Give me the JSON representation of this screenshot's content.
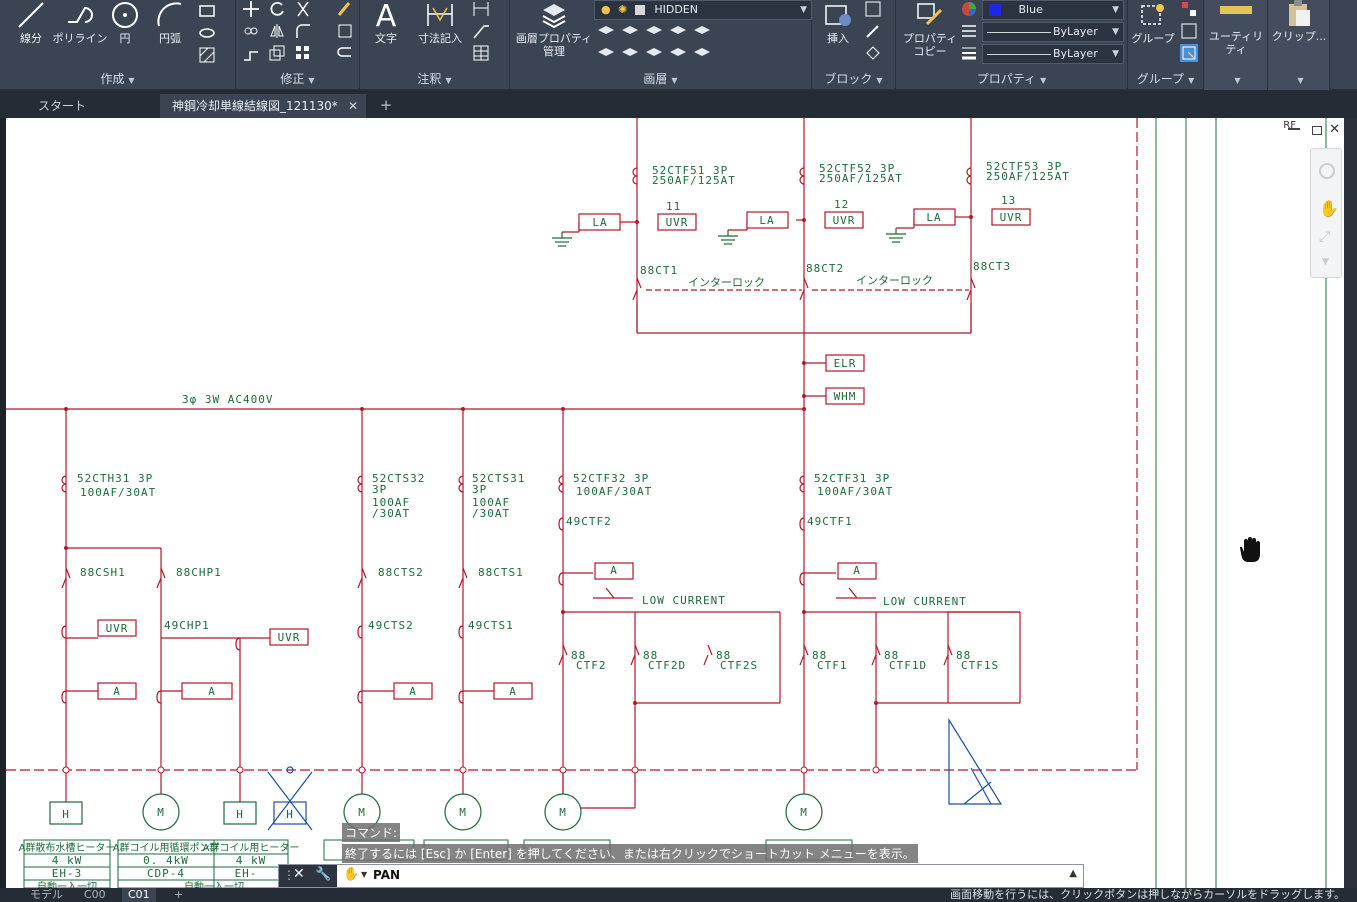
{
  "ribbon": {
    "draw": {
      "title": "作成",
      "line": "線分",
      "polyline": "ポリライン",
      "circle": "円",
      "arc": "円弧"
    },
    "modify": {
      "title": "修正"
    },
    "annotation": {
      "title": "注釈",
      "text": "文字",
      "dimension": "寸法記入"
    },
    "layers": {
      "title": "画層",
      "layer_props_1": "画層プロパティ",
      "layer_props_2": "管理",
      "current_layer": "HIDDEN"
    },
    "block": {
      "title": "ブロック",
      "insert": "挿入"
    },
    "properties": {
      "title": "プロパティ",
      "match_1": "プロパティ",
      "match_2": "コピー",
      "color": "Blue",
      "linetype": "ByLayer",
      "lineweight": "ByLayer"
    },
    "groups": {
      "title": "グループ",
      "group": "グループ"
    },
    "utilities": {
      "label": "ユーティリティ"
    },
    "clipboard": {
      "label": "クリップ..."
    }
  },
  "tabs": {
    "start": "スタート",
    "drawing": "神鋼冷却単線結線図_121130*",
    "close": "✕",
    "add": "+"
  },
  "drawing": {
    "bus_label": "3φ 3W AC400V",
    "breakers_top": [
      {
        "line1": "52CTF51 3P",
        "line2": "250AF/125AT",
        "num": "11",
        "relay": "UVR",
        "la": "LA",
        "mc": "88CT1",
        "interlock": "インターロック"
      },
      {
        "line1": "52CTF52 3P",
        "line2": "250AF/125AT",
        "num": "12",
        "relay": "UVR",
        "la": "LA",
        "mc": "88CT2",
        "interlock": "インターロック"
      },
      {
        "line1": "52CTF53 3P",
        "line2": "250AF/125AT",
        "num": "13",
        "relay": "UVR",
        "la": "LA",
        "mc": "88CT3"
      }
    ],
    "elr": "ELR",
    "whm": "WHM",
    "feeders": {
      "cth": {
        "line1": "52CTH31 3P",
        "line2": "100AF/30AT",
        "mc1": "88CSH1",
        "mc2": "88CHP1",
        "ol": "49CHP1",
        "uvr": "UVR",
        "a": "A"
      },
      "cts2": {
        "line1": "52CTS32",
        "line2": "3P",
        "line3": "100AF",
        "line4": "/30AT",
        "ol": "49CTS2",
        "mc": "88CTS2",
        "a": "A"
      },
      "cts1": {
        "line1": "52CTS31",
        "line2": "3P",
        "line3": "100AF",
        "line4": "/30AT",
        "ol": "49CTS1",
        "mc": "88CTS1",
        "a": "A"
      },
      "ctf2": {
        "line1": "52CTF32 3P",
        "line2": "100AF/30AT",
        "ol": "49CTF2",
        "low": "LOW CURRENT",
        "a": "A",
        "c1": "88",
        "c1b": "CTF2",
        "c2": "88",
        "c2b": "CTF2D",
        "c3": "88",
        "c3b": "CTF2S"
      },
      "ctf1": {
        "line1": "52CTF31 3P",
        "line2": "100AF/30AT",
        "ol": "49CTF1",
        "low": "LOW CURRENT",
        "a": "A",
        "c1": "88",
        "c1b": "CTF1",
        "c2": "88",
        "c2b": "CTF1D",
        "c3": "88",
        "c3b": "CTF1S"
      }
    },
    "loads": {
      "h": "H",
      "m": "M"
    },
    "tables": [
      {
        "name": "A群散布水槽ヒーター",
        "power": "4 kW",
        "id": "EH-3",
        "mode": "自動一入一切"
      },
      {
        "name": "A群コイル用循環ポンプ",
        "power": "0. 4kW",
        "id": "CDP-4",
        "mode": "自動一入一切"
      },
      {
        "name": "A群コイル用ヒーター",
        "power": "4 kW",
        "id": "EH-",
        "mode": ""
      }
    ],
    "viewport_label": "RF"
  },
  "command": {
    "history_label": "コマンド:",
    "history_text": "終了するには [Esc] か [Enter] を押してください、または右クリックでショートカット メニューを表示。",
    "current": "PAN"
  },
  "layout_tabs": {
    "model": "モデル",
    "c00": "C00",
    "c01": "C01",
    "add": "+"
  },
  "status_message": "画面移動を行うには、クリックボタンは押しながらカーソルをドラッグします。",
  "colors": {
    "wire": "#b5172a",
    "label": "#1f6b3c",
    "blue": "#1b4fa8",
    "ribbon": "#3b4453"
  },
  "icons": {
    "pan": "hand-icon"
  }
}
